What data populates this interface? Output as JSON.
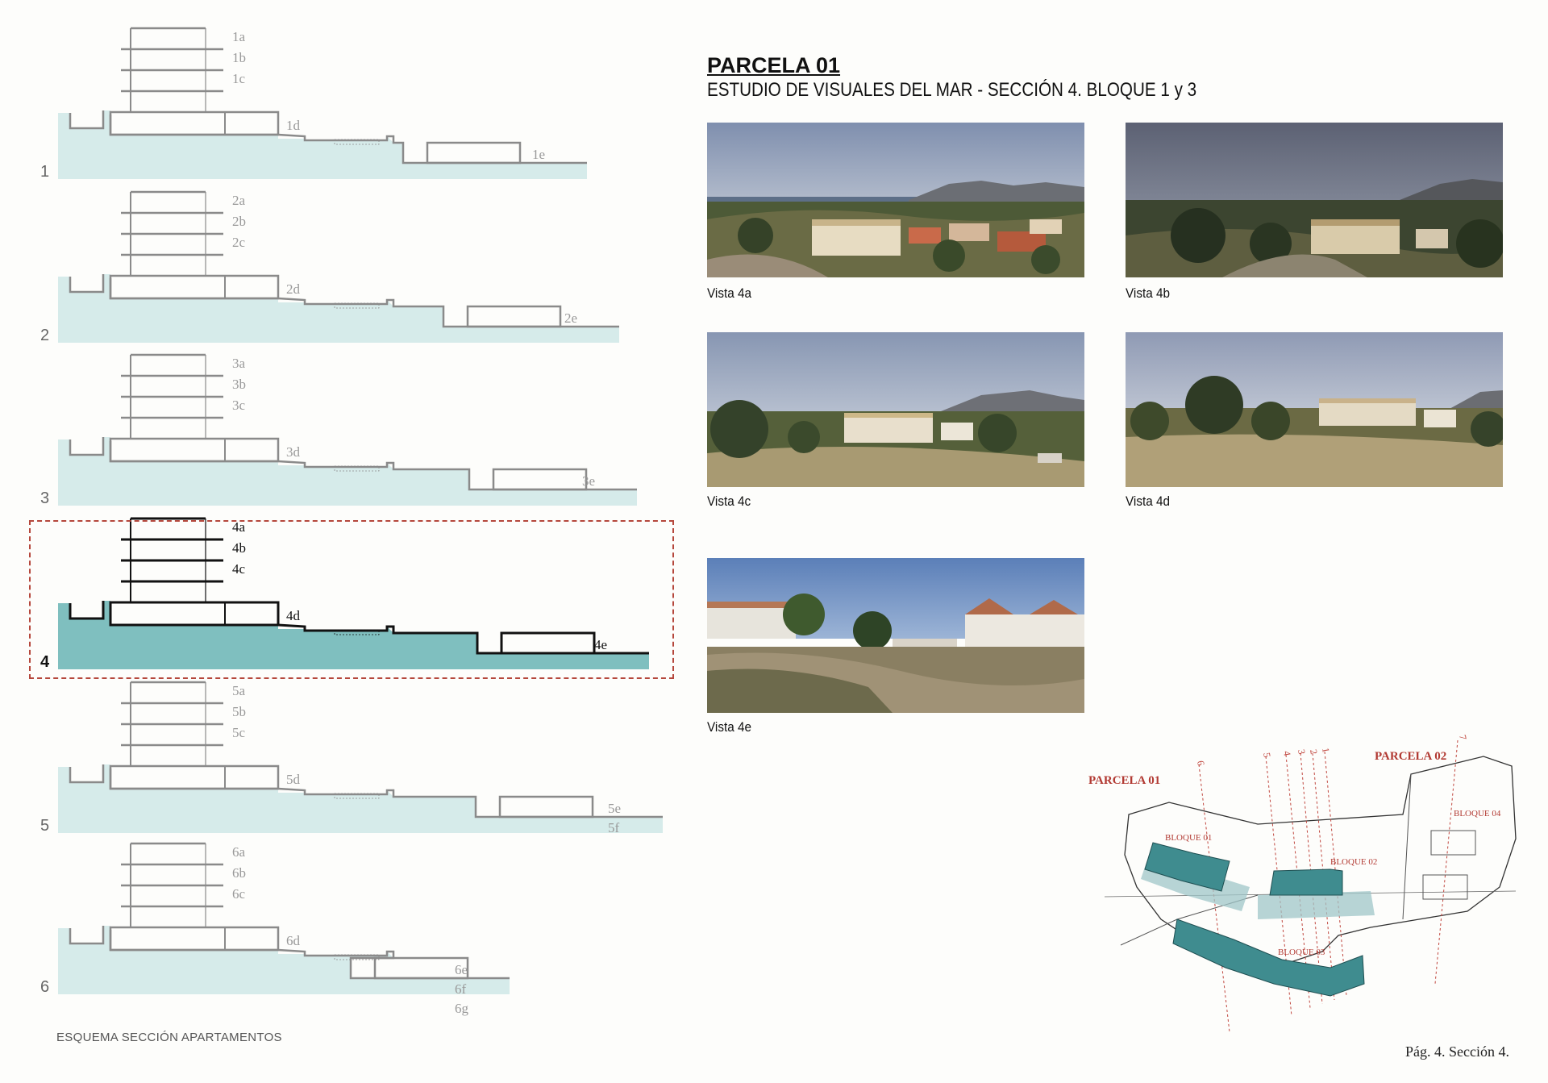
{
  "header": {
    "title": "PARCELA 01",
    "subtitle": "ESTUDIO DE VISUALES DEL MAR - SECCIÓN 4. BLOQUE 1 y 3"
  },
  "sections": [
    {
      "number": "1",
      "labels": [
        "1a",
        "1b",
        "1c",
        "1d",
        "1e"
      ],
      "highlighted": false
    },
    {
      "number": "2",
      "labels": [
        "2a",
        "2b",
        "2c",
        "2d",
        "2e"
      ],
      "highlighted": false
    },
    {
      "number": "3",
      "labels": [
        "3a",
        "3b",
        "3c",
        "3d",
        "3e"
      ],
      "highlighted": false
    },
    {
      "number": "4",
      "labels": [
        "4a",
        "4b",
        "4c",
        "4d",
        "4e"
      ],
      "highlighted": true
    },
    {
      "number": "5",
      "labels": [
        "5a",
        "5b",
        "5c",
        "5d",
        "5e",
        "5f"
      ],
      "highlighted": false
    },
    {
      "number": "6",
      "labels": [
        "6a",
        "6b",
        "6c",
        "6d",
        "6e",
        "6f",
        "6g"
      ],
      "highlighted": false
    }
  ],
  "schema_caption": "ESQUEMA SECCIÓN APARTAMENTOS",
  "photos": [
    {
      "caption": "Vista 4a"
    },
    {
      "caption": "Vista 4b"
    },
    {
      "caption": "Vista 4c"
    },
    {
      "caption": "Vista 4d"
    },
    {
      "caption": "Vista 4e"
    }
  ],
  "site_plan": {
    "parcela_01": "PARCELA 01",
    "parcela_02": "PARCELA 02",
    "bloque_01": "BLOQUE 01",
    "bloque_02": "BLOQUE 02",
    "bloque_03": "BLOQUE 03",
    "bloque_04": "BLOQUE 04",
    "section_lines": [
      "6",
      "5",
      "4",
      "3",
      "2",
      "1",
      "7"
    ]
  },
  "page_number": "Pág. 4. Sección 4.",
  "colors": {
    "terrain_light": "#d6ebea",
    "terrain_highlight": "#7fbfbf",
    "outline_gray": "#8a8a8a",
    "outline_dark": "#111111",
    "dashed_frame": "#b5473c",
    "plan_red": "#b23a33",
    "plan_teal": "#3f8c8f"
  }
}
